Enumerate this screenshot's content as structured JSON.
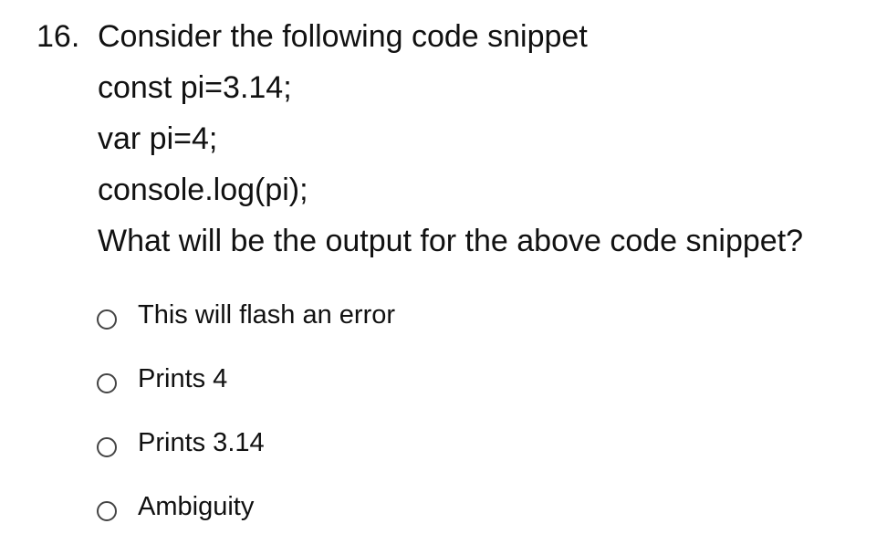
{
  "question": {
    "number": "16.",
    "title": "Consider the following code snippet",
    "code_lines": [
      "const pi=3.14;",
      "var pi=4;",
      "console.log(pi);"
    ],
    "prompt": "What will be the output for the above code snippet?",
    "options": [
      {
        "label": "This will flash an error",
        "selected": false
      },
      {
        "label": "Prints 4",
        "selected": false
      },
      {
        "label": "Prints 3.14",
        "selected": false
      },
      {
        "label": "Ambiguity",
        "selected": false
      }
    ]
  }
}
